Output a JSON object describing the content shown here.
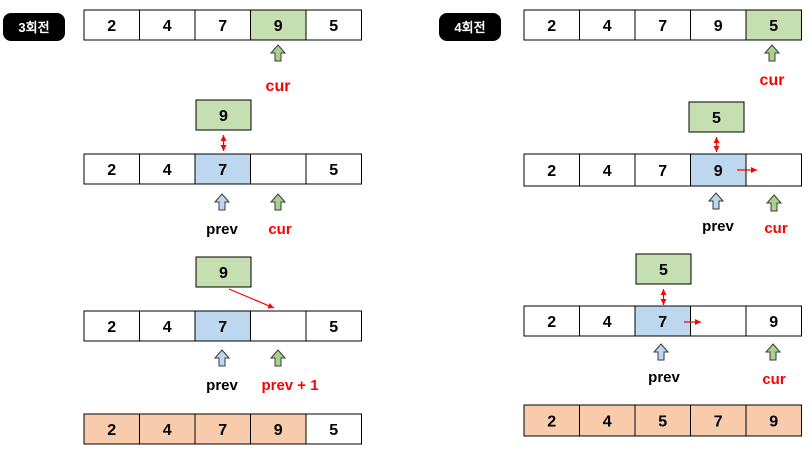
{
  "colors": {
    "green_fill": "#c6dfb0",
    "blue_fill": "#bdd7ee",
    "peach_fill": "#f8cbad",
    "accent_red": "#ff0000",
    "badge_bg": "#000000",
    "line": "#000000"
  },
  "icons": {
    "up_arrow_green": "up-arrow-icon",
    "up_arrow_blue": "up-arrow-icon"
  },
  "left": {
    "badge": "3회전",
    "row1": {
      "cells": [
        "2",
        "4",
        "7",
        "9",
        "5"
      ],
      "highlight": {
        "3": "green"
      }
    },
    "row1_pointer": "cur",
    "row2_temp": "9",
    "row2": {
      "cells": [
        "2",
        "4",
        "7",
        "",
        "5"
      ],
      "highlight": {
        "2": "blue"
      }
    },
    "row2_pointers": [
      "prev",
      "cur"
    ],
    "row3_temp": "9",
    "row3": {
      "cells": [
        "2",
        "4",
        "7",
        "",
        "5"
      ],
      "highlight": {
        "2": "blue"
      }
    },
    "row3_pointers": [
      "prev",
      "prev + 1"
    ],
    "result": {
      "cells": [
        "2",
        "4",
        "7",
        "9",
        "5"
      ],
      "sorted_count": 4
    }
  },
  "right": {
    "badge": "4회전",
    "row1": {
      "cells": [
        "2",
        "4",
        "7",
        "9",
        "5"
      ],
      "highlight": {
        "4": "green"
      }
    },
    "row1_pointer": "cur",
    "row2_temp": "5",
    "row2": {
      "cells": [
        "2",
        "4",
        "7",
        "9",
        ""
      ],
      "highlight": {
        "3": "blue"
      }
    },
    "row2_pointers": [
      "prev",
      "cur"
    ],
    "row3_temp": "5",
    "row3": {
      "cells": [
        "2",
        "4",
        "7",
        "",
        "9"
      ],
      "highlight": {
        "2": "blue"
      }
    },
    "row3_pointers": [
      "prev",
      "cur"
    ],
    "result": {
      "cells": [
        "2",
        "4",
        "5",
        "7",
        "9"
      ],
      "sorted_count": 5
    }
  }
}
